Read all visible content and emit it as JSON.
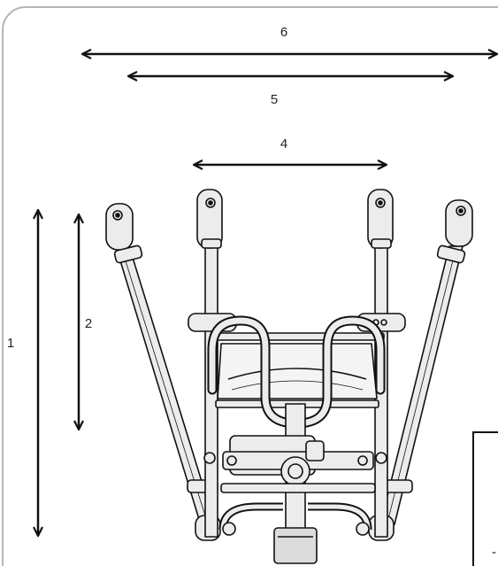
{
  "diagram": {
    "dimension_labels": [
      "1",
      "2",
      "4",
      "5",
      "6"
    ],
    "callout_text": "-"
  },
  "colors": {
    "frame_border": "#b5b5b5",
    "ink": "#111111",
    "metal_fill": "#ececec"
  }
}
